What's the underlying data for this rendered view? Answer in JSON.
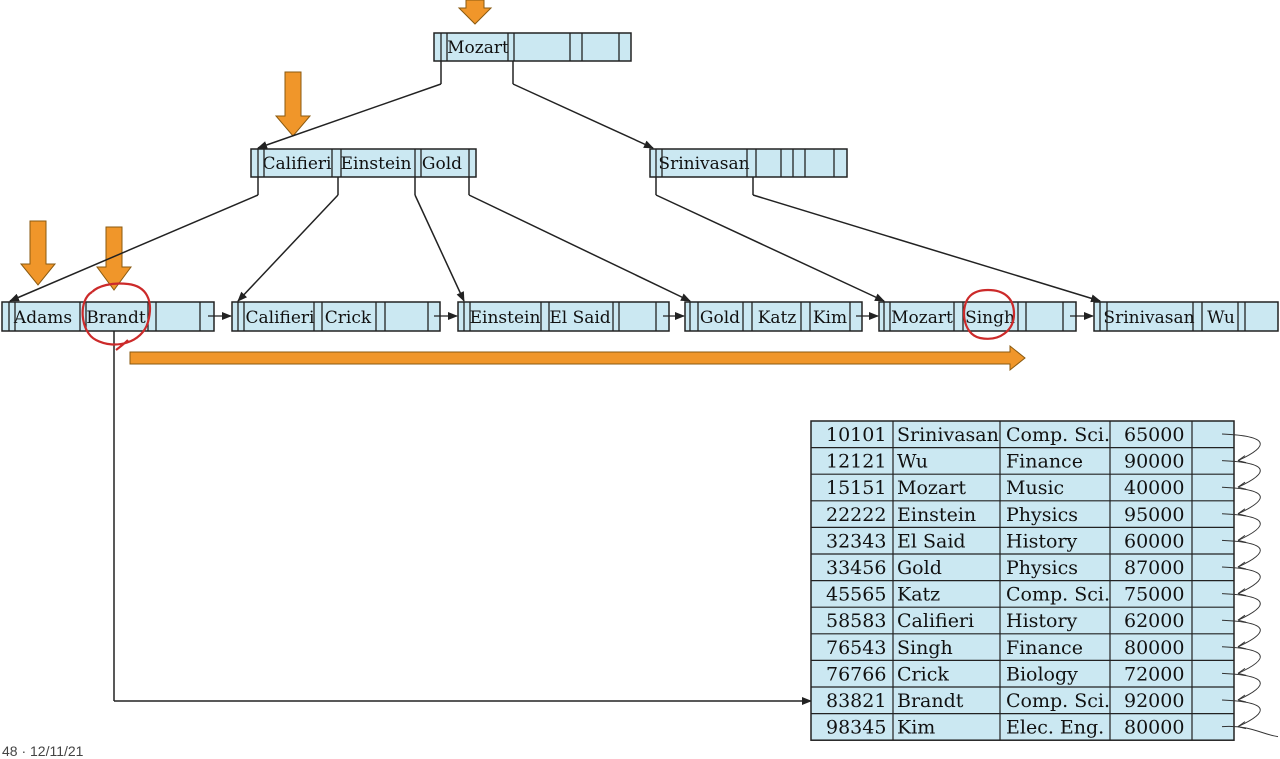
{
  "tree": {
    "root": {
      "keys": [
        "Mozart"
      ]
    },
    "internal": [
      {
        "keys": [
          "Califieri",
          "Einstein",
          "Gold"
        ]
      },
      {
        "keys": [
          "Srinivasan"
        ]
      }
    ],
    "leaves": [
      {
        "keys": [
          "Adams",
          "Brandt"
        ]
      },
      {
        "keys": [
          "Califieri",
          "Crick"
        ]
      },
      {
        "keys": [
          "Einstein",
          "El Said"
        ]
      },
      {
        "keys": [
          "Gold",
          "Katz",
          "Kim"
        ]
      },
      {
        "keys": [
          "Mozart",
          "Singh"
        ]
      },
      {
        "keys": [
          "Srinivasan",
          "Wu"
        ]
      }
    ]
  },
  "table": {
    "rows": [
      [
        "10101",
        "Srinivasan",
        "Comp. Sci.",
        "65000"
      ],
      [
        "12121",
        "Wu",
        "Finance",
        "90000"
      ],
      [
        "15151",
        "Mozart",
        "Music",
        "40000"
      ],
      [
        "22222",
        "Einstein",
        "Physics",
        "95000"
      ],
      [
        "32343",
        "El Said",
        "History",
        "60000"
      ],
      [
        "33456",
        "Gold",
        "Physics",
        "87000"
      ],
      [
        "45565",
        "Katz",
        "Comp. Sci.",
        "75000"
      ],
      [
        "58583",
        "Califieri",
        "History",
        "62000"
      ],
      [
        "76543",
        "Singh",
        "Finance",
        "80000"
      ],
      [
        "76766",
        "Crick",
        "Biology",
        "72000"
      ],
      [
        "83821",
        "Brandt",
        "Comp. Sci.",
        "92000"
      ],
      [
        "98345",
        "Kim",
        "Elec. Eng.",
        "80000"
      ]
    ]
  },
  "footer": {
    "text": "48 · 12/11/21"
  },
  "colors": {
    "node_fill": "#cbe8f2",
    "outline": "#222222",
    "annotation": "#f0962a",
    "annotation_stroke": "#8a5a10",
    "circle": "#cc2a2a"
  }
}
